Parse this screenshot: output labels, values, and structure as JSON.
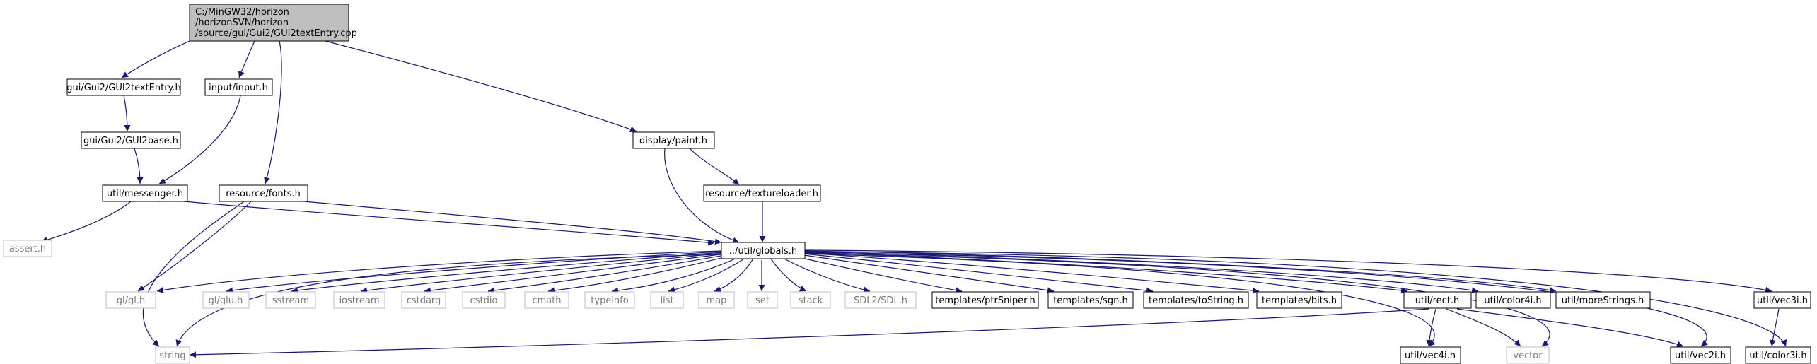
{
  "graph": {
    "root": [
      "C:/MinGW32/horizon",
      "/horizonSVN/horizon",
      "/source/gui/Gui2/GUI2textEntry.cpp"
    ],
    "nodes": {
      "gui2textentry_h": "gui/Gui2/GUI2textEntry.h",
      "input_h": "input/input.h",
      "gui2base_h": "gui/Gui2/GUI2base.h",
      "messenger_h": "util/messenger.h",
      "fonts_h": "resource/fonts.h",
      "paint_h": "display/paint.h",
      "textureloader_h": "resource/textureloader.h",
      "assert_h": "assert.h",
      "globals_h": "../util/globals.h",
      "gl_h": "gl/gl.h",
      "glu_h": "gl/glu.h",
      "sstream": "sstream",
      "iostream": "iostream",
      "cstdarg": "cstdarg",
      "cstdio": "cstdio",
      "cmath": "cmath",
      "typeinfo": "typeinfo",
      "list": "list",
      "map": "map",
      "set": "set",
      "stack": "stack",
      "sdl_h": "SDL2/SDL.h",
      "ptrsniper_h": "templates/ptrSniper.h",
      "sgn_h": "templates/sgn.h",
      "tostring_h": "templates/toString.h",
      "bits_h": "templates/bits.h",
      "rect_h": "util/rect.h",
      "color4i_h": "util/color4i.h",
      "morestrings_h": "util/moreStrings.h",
      "vec3i_h": "util/vec3i.h",
      "string": "string",
      "vec4i_h": "util/vec4i.h",
      "vector": "vector",
      "vec2i_h": "util/vec2i.h",
      "color3i_h": "util/color3i.h"
    }
  },
  "colors": {
    "edge": "#191970",
    "root_fill": "#bfbfbf",
    "node_border": "#000000",
    "dim_border": "#bfbfbf",
    "dim_text": "#7a7a7a"
  }
}
